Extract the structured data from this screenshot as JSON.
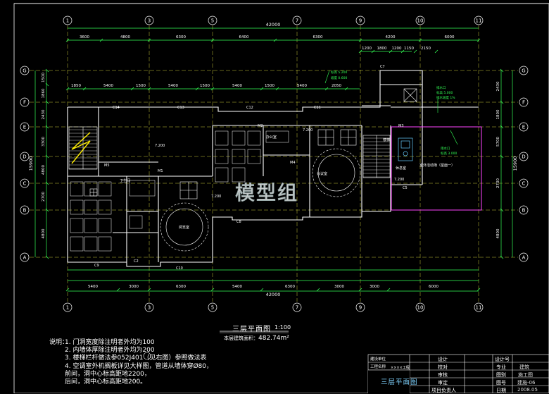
{
  "drawing": {
    "axis_columns": [
      "1",
      "3",
      "5",
      "7",
      "9",
      "10",
      "11"
    ],
    "axis_rows": [
      "G",
      "F",
      "E",
      "D",
      "C",
      "B",
      "A"
    ],
    "overall_width": "42000",
    "overall_depth": "15900",
    "top_dims_outer": [
      "3600",
      "4800",
      "6300",
      "6400",
      "6300",
      "4200",
      "6000"
    ],
    "top_dims_upper": [
      "1200",
      "1800",
      "1200",
      "1150",
      "2150"
    ],
    "top_dims_inner": [
      "1850",
      "5400",
      "1500",
      "5400",
      "1500",
      "5400",
      "1500",
      "5400",
      "2050"
    ],
    "bottom_dims_outer": [
      "5400",
      "3000",
      "6300",
      "5400",
      "6300",
      "3000",
      "3000",
      "6000"
    ],
    "left_dims_outer": [
      "15900"
    ],
    "left_dims_inner": [
      "1500",
      "1860",
      "2430",
      "3300",
      "4800",
      "2700",
      "4800"
    ],
    "right_dims_outer": [
      "15900"
    ],
    "right_dims_inner": [
      "2430",
      "1800",
      "5700",
      "2700",
      "4800"
    ],
    "window_labels": [
      "C14",
      "C13",
      "C12",
      "C11",
      "C7",
      "C10",
      "C8",
      "C9",
      "C5",
      "C2"
    ],
    "door_labels": [
      "M1",
      "M2",
      "M3",
      "M4",
      "M5"
    ],
    "room_labels": [
      "卫生间",
      "办公室",
      "阅览室",
      "会议室",
      "楼梯",
      "休息室",
      "室外活动场（屋面一）"
    ],
    "elevation_labels": [
      "7.200",
      "7.200",
      "7.200",
      "7.200"
    ]
  },
  "sheet": {
    "title": "三层平面图",
    "scale": "1:100",
    "area_label": "本层建筑面积：",
    "area_value": "482.74m²"
  },
  "notes": {
    "lead": "说明：",
    "lines": [
      "1. 门洞宽度除注明者外均为100",
      "2. 内墙体厚除注明者外均为200",
      "3. 楼梯栏杆做法参052J401（见右图）参照做法表",
      "4. 空调室外机搁板详见大样图，管道从墙体穿Ø80，",
      "   前间，洞中心标高距地2200，",
      "   后间，洞中心标高距地200。"
    ]
  },
  "watermark": "模型组",
  "title_block": {
    "labels": [
      "设计",
      "校对",
      "审核",
      "审定",
      "项目负责人",
      "设计号",
      "专业",
      "图别",
      "图号",
      "日期"
    ],
    "values": [
      "",
      "",
      "",
      "",
      "",
      "",
      "建筑",
      "施工图",
      "建施-06",
      "2008.05"
    ],
    "left_labels": [
      "建设单位",
      "工程名称"
    ],
    "drawing_name": "三层平面图",
    "drawing_name_small": "××××工程"
  },
  "colors": {
    "background": "#000000",
    "line": "#ffffff",
    "dim_green": "#33ff55",
    "grid_yellow": "#ffff44",
    "stair_yellow": "#ffee00",
    "magenta": "#ff44ff",
    "cyan": "#66ccff"
  }
}
